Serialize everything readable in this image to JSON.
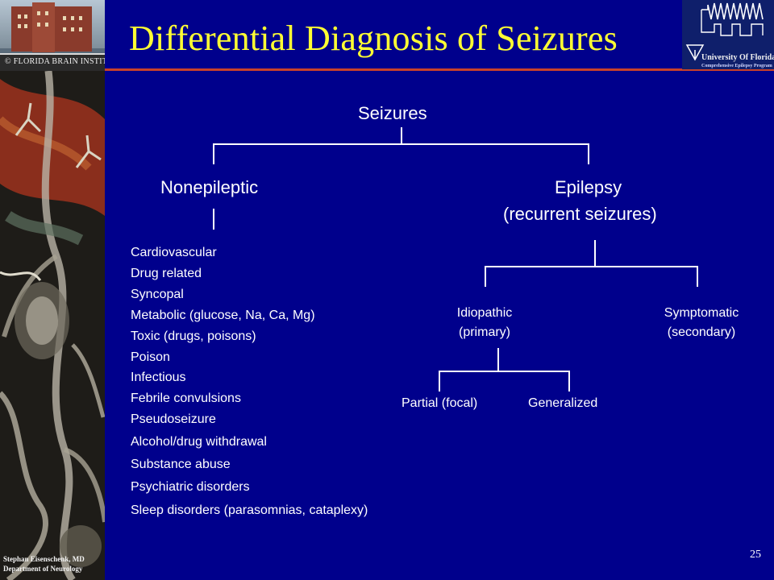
{
  "slide": {
    "title": "Differential Diagnosis of Seizures",
    "page_number": "25",
    "colors": {
      "background": "#00008c",
      "title": "#ffff33",
      "rule": "#c8412a",
      "text": "#ffffff"
    }
  },
  "logos": {
    "left_text": "© FLORIDA BRAIN INSTITUTE",
    "right_line1": "University Of Florida",
    "right_line2": "Comprehensive Epilepsy Program"
  },
  "credit": {
    "line1": "Stephan Eisenschenk, MD",
    "line2": "Department of Neurology"
  },
  "diagram": {
    "root": "Seizures",
    "nonepileptic": "Nonepileptic",
    "epilepsy_line1": "Epilepsy",
    "epilepsy_line2": "(recurrent seizures)",
    "idiopathic_line1": "Idiopathic",
    "idiopathic_line2": "(primary)",
    "symptomatic_line1": "Symptomatic",
    "symptomatic_line2": "(secondary)",
    "partial": "Partial (focal)",
    "generalized": "Generalized",
    "nonepileptic_causes": [
      "Cardiovascular",
      "Drug related",
      "Syncopal",
      "Metabolic (glucose, Na, Ca, Mg)",
      "Toxic (drugs, poisons)",
      "Poison",
      "Infectious",
      "Febrile convulsions",
      "Pseudoseizure",
      "Alcohol/drug withdrawal",
      "Substance abuse",
      "Psychiatric disorders",
      "Sleep disorders (parasomnias, cataplexy)"
    ]
  }
}
